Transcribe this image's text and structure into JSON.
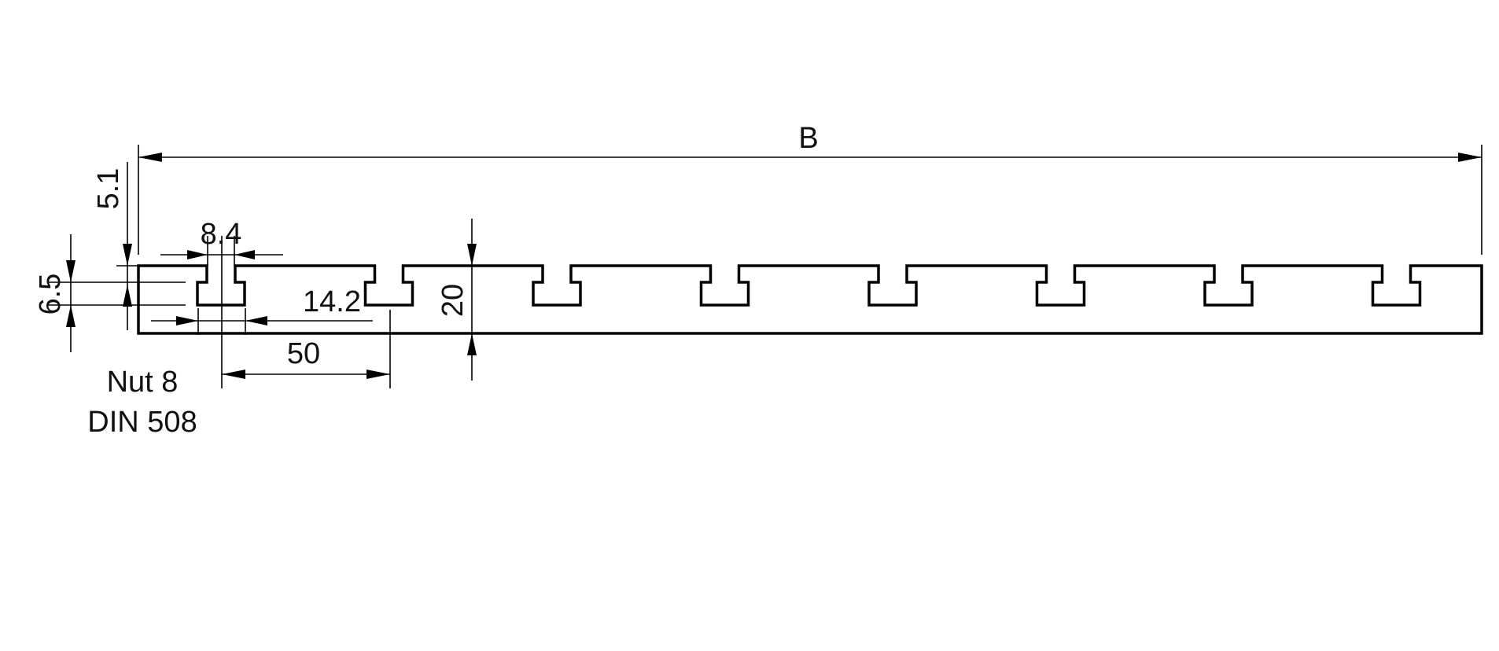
{
  "drawing": {
    "title": "",
    "dimensions": {
      "overall_width": "B",
      "top_offset": "5.1",
      "slot_opening": "8.4",
      "slot_depth": "6.5",
      "slot_head_width": "14.2",
      "slot_pitch": "50",
      "plate_thickness": "20"
    },
    "note": {
      "line1": "Nut 8",
      "line2": "DIN 508"
    },
    "slot_count": 8,
    "colors": {
      "line": "#000000",
      "background": "#ffffff"
    }
  }
}
